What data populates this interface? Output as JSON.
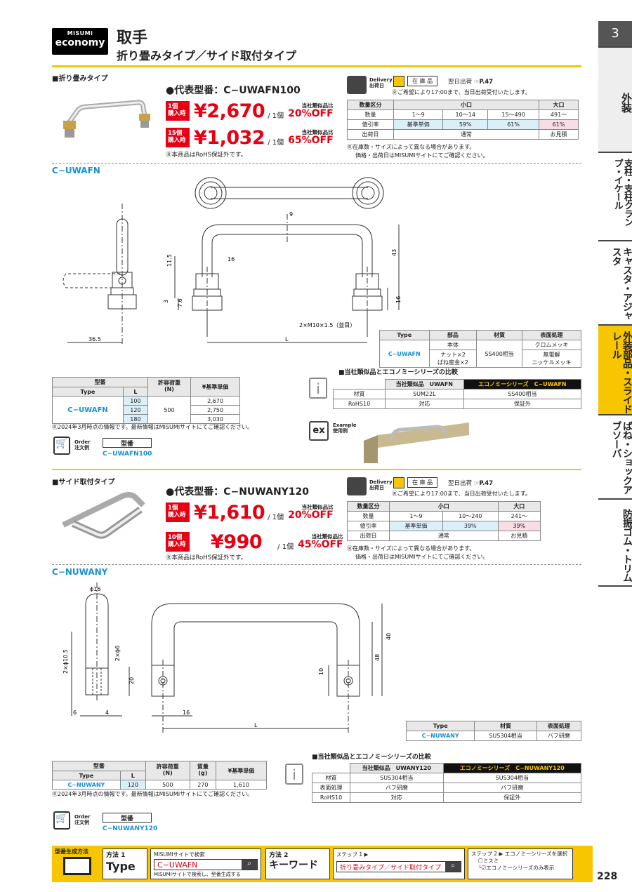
{
  "header": {
    "logo_top": "MiSUMi",
    "logo_bottom": "economy",
    "title": "取手",
    "subtitle": "折り畳みタイプ／サイド取付タイプ",
    "page": "228"
  },
  "sidebar": {
    "chapter": "3",
    "tabs": [
      "外装",
      "支柱・支柱クランプ・イケール",
      "キャスタ・アジャスタ",
      "外装部品・スライドレール",
      "ばね・ショックアブソーバ",
      "防振ゴム・トリム"
    ]
  },
  "s1": {
    "section": "■折り畳みタイプ",
    "model": "●代表型番：C−UWAFN100",
    "prices": [
      {
        "qty1": "1個",
        "qty2": "購入時",
        "price": "¥2,670",
        "unit": "/ 1個",
        "cmp": "当社類似品比",
        "off": "20%OFF"
      },
      {
        "qty1": "15個",
        "qty2": "購入時",
        "price": "¥1,032",
        "unit": "/ 1個",
        "cmp": "当社類似品比",
        "off": "65%OFF"
      }
    ],
    "rohs": "本商品はRoHS保証外です。",
    "delivery": {
      "label1": "Delivery",
      "label2": "出荷日",
      "stock": "在 庫 品",
      "next": "翌日出荷",
      "ref": "P.47",
      "note": "ご希望により17:00まで、当日出荷受付いたします。"
    },
    "qtbl": {
      "h": [
        "数量区分",
        "小口",
        "大口"
      ],
      "r1": [
        "数量",
        "1〜9",
        "10〜14",
        "15〜490",
        "491〜"
      ],
      "r2": [
        "値引率",
        "基準単価",
        "59%",
        "61%",
        "61%"
      ],
      "r3": [
        "出荷日",
        "通常",
        "お見積"
      ]
    },
    "qnote1": "在庫数・サイズによって異なる場合があります。",
    "qnote2": "価格・出荷日はMISUMIサイトにてご確認ください。",
    "drawing": "C−UWAFN",
    "dims": {
      "d9": "9",
      "d16": "16",
      "d43": "43",
      "d115": "11.5",
      "d3": "3",
      "d76": "7.6",
      "d16b": "16",
      "thread": "2×M10×1.5（並目）",
      "d365": "36.5",
      "L": "L"
    },
    "mat": {
      "h": [
        "Type",
        "部品",
        "材質",
        "表面処理"
      ],
      "type": "C−UWAFN",
      "rows": [
        [
          "本体",
          "クロムメッキ"
        ],
        [
          "ナット×2\nばね座金×2",
          "無電解\nニッケルメッキ"
        ]
      ],
      "mat": "SS400相当"
    },
    "cmp": {
      "title": "■当社類似品とエコノミーシリーズの比較",
      "h": [
        "当社類似品　UWAFN",
        "エコノミーシリーズ　C−UWAFN"
      ],
      "rows": [
        [
          "材質",
          "SUM22L",
          "SS400相当"
        ],
        [
          "RoHS10",
          "対応",
          "保証外"
        ]
      ]
    },
    "ptbl": {
      "h1": "型番",
      "h2": "許容荷重",
      "h2u": "(N)",
      "h3": "¥基準単価",
      "sub": [
        "Type",
        "L"
      ],
      "type": "C−UWAFN",
      "rows": [
        [
          "100",
          "2,670"
        ],
        [
          "120",
          "2,750"
        ],
        [
          "180",
          "3,030"
        ]
      ],
      "load": "500"
    },
    "info": "2024年3月時点の情報です。最新情報はMISUMIサイトにてご確認ください。",
    "order": {
      "l1": "Order",
      "l2": "注文例",
      "h": "型番",
      "v": "C−UWAFN100"
    },
    "ex": {
      "l1": "Example",
      "l2": "使用例"
    }
  },
  "s2": {
    "section": "■サイド取付タイプ",
    "model": "●代表型番：C−NUWANY120",
    "prices": [
      {
        "qty1": "1個",
        "qty2": "購入時",
        "price": "¥1,610",
        "unit": "/ 1個",
        "cmp": "当社類似品比",
        "off": "20%OFF"
      },
      {
        "qty1": "10個",
        "qty2": "購入時",
        "price": "¥990",
        "unit": "/ 1個",
        "cmp": "当社類似品比",
        "off": "45%OFF"
      }
    ],
    "rohs": "本商品はRoHS保証外です。",
    "delivery": {
      "label1": "Delivery",
      "label2": "出荷日",
      "stock": "在 庫 品",
      "next": "翌日出荷",
      "ref": "P.47",
      "note": "ご希望により17:00まで、当日出荷受付いたします。"
    },
    "qtbl": {
      "h": [
        "数量区分",
        "小口",
        "大口"
      ],
      "r1": [
        "数量",
        "1〜9",
        "10〜240",
        "241〜"
      ],
      "r2": [
        "値引率",
        "基準単価",
        "39%",
        "39%"
      ],
      "r3": [
        "出荷日",
        "通常",
        "お見積"
      ]
    },
    "qnote1": "在庫数・サイズによって異なる場合があります。",
    "qnote2": "価格・出荷日はMISUMIサイトにてご確認ください。",
    "drawing": "C−NUWANY",
    "dims": {
      "phi16": "ϕ16",
      "d105": "2×ϕ10.5",
      "d6": "2×ϕ6",
      "d20": "20",
      "d6b": "6",
      "d4": "4",
      "d16": "16",
      "d40": "40",
      "d48": "48",
      "d10": "10",
      "L": "L"
    },
    "mat": {
      "h": [
        "Type",
        "材質",
        "表面処理"
      ],
      "row": [
        "C−NUWANY",
        "SUS304相当",
        "バフ研磨"
      ]
    },
    "cmp": {
      "title": "■当社類似品とエコノミーシリーズの比較",
      "h": [
        "当社類似品　UWANY120",
        "エコノミーシリーズ　C−NUWANY120"
      ],
      "rows": [
        [
          "材質",
          "SUS304相当",
          "SUS304相当"
        ],
        [
          "表面処理",
          "バフ研磨",
          "バフ研磨"
        ],
        [
          "RoHS10",
          "対応",
          "保証外"
        ]
      ]
    },
    "ptbl": {
      "h1": "型番",
      "h2": "許容荷重",
      "h2u": "(N)",
      "h3": "質量",
      "h3u": "(g)",
      "h4": "¥基準単価",
      "sub": [
        "Type",
        "L"
      ],
      "row": [
        "C−NUWANY",
        "120",
        "500",
        "270",
        "1,610"
      ]
    },
    "info": "2024年3月時点の情報です。最新情報はMISUMIサイトにてご確認ください。",
    "order": {
      "l1": "Order",
      "l2": "注文例",
      "h": "型番",
      "v": "C−NUWANY120"
    }
  },
  "footer": {
    "gen": "型番生成方法",
    "m1": "方法 1",
    "m1v": "Type",
    "s1": "MISUMIサイトで検索",
    "s1v": "C−UWAFN",
    "s1n": "MISUMIサイトで検索し、型番生成する",
    "m2": "方法 2",
    "m2v": "キーワード",
    "st1": "ステップ 1 ▶",
    "st1v": "折り畳みタイプ／サイド取付タイプ",
    "st2": "ステップ 2 ▶ エコノミーシリーズを選択",
    "o1": "ミスミ",
    "o2": "エコノミーシリーズのみ表示"
  }
}
